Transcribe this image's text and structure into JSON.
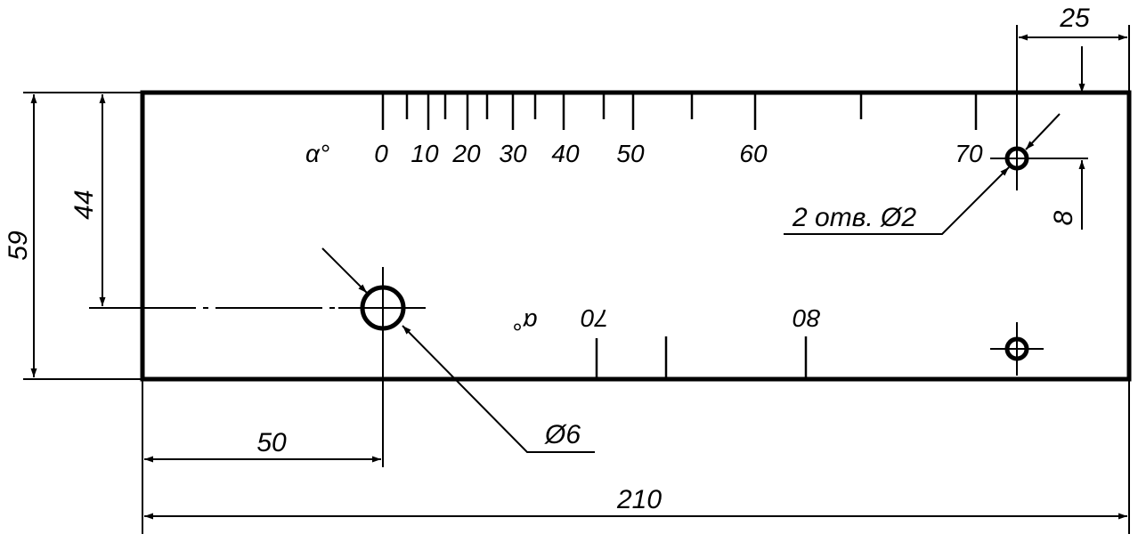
{
  "dimensions": {
    "width_total": "210",
    "hole_offset_x": "50",
    "right_offset": "25",
    "height_total": "59",
    "hole_height": "44",
    "small_hole_offset": "8"
  },
  "callouts": {
    "large_hole": "Ø6",
    "small_holes": "2 отв. Ø2"
  },
  "scale_top": {
    "symbol": "α°",
    "labels": [
      "0",
      "10",
      "20",
      "30",
      "40",
      "50",
      "60",
      "70"
    ]
  },
  "scale_bottom": {
    "symbol": "α°",
    "labels": [
      "70",
      "80"
    ]
  }
}
